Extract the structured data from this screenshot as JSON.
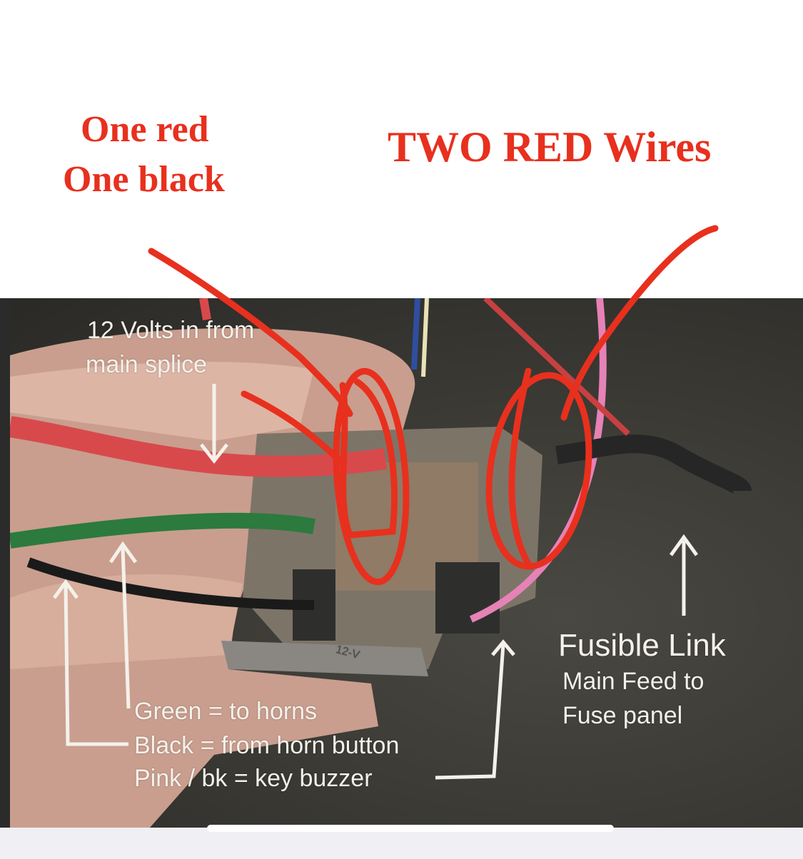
{
  "annotations": {
    "left_title_line1": "One red",
    "left_title_line2": "One black",
    "right_title": "TWO RED Wires",
    "color": "#e8301e"
  },
  "photo_labels": {
    "volts_line1": "12 Volts in from",
    "volts_line2": "main splice",
    "green": "Green = to horns",
    "black": "Black = from horn button",
    "pink": "Pink / bk = key buzzer",
    "fusible_title": "Fusible Link",
    "fusible_line1": "Main Feed to",
    "fusible_line2": "Fuse panel",
    "relay_stamp": "12-V"
  }
}
